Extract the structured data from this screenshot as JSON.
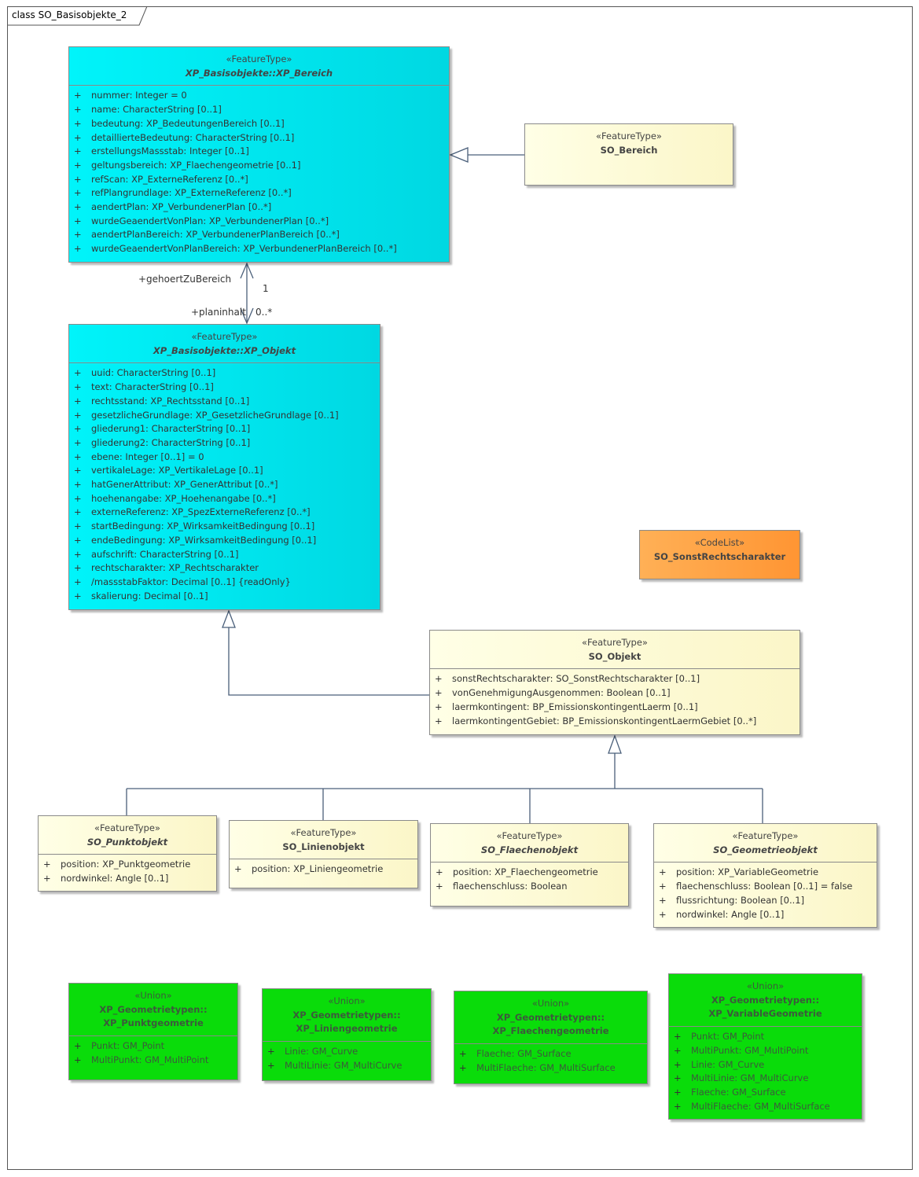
{
  "frame": {
    "title": "class SO_Basisobjekte_2"
  },
  "colors": {
    "featuretype_cyan": "#00e4ee",
    "featuretype_yellow": "#fffbd6",
    "codelist_orange": "#ffa040",
    "union_green": "#0adc0a",
    "line": "#4a5f7a"
  },
  "classes": {
    "xp_bereich": {
      "stereotype": "«FeatureType»",
      "name": "XP_Basisobjekte::XP_Bereich",
      "attributes": [
        "nummer: Integer = 0",
        "name: CharacterString [0..1]",
        "bedeutung: XP_BedeutungenBereich [0..1]",
        "detaillierteBedeutung: CharacterString [0..1]",
        "erstellungsMassstab: Integer [0..1]",
        "geltungsbereich: XP_Flaechengeometrie [0..1]",
        "refScan: XP_ExterneReferenz [0..*]",
        "refPlangrundlage: XP_ExterneReferenz [0..*]",
        "aendertPlan: XP_VerbundenerPlan [0..*]",
        "wurdeGeaendertVonPlan: XP_VerbundenerPlan [0..*]",
        "aendertPlanBereich: XP_VerbundenerPlanBereich [0..*]",
        "wurdeGeaendertVonPlanBereich: XP_VerbundenerPlanBereich [0..*]"
      ]
    },
    "so_bereich": {
      "stereotype": "«FeatureType»",
      "name": "SO_Bereich"
    },
    "xp_objekt": {
      "stereotype": "«FeatureType»",
      "name": "XP_Basisobjekte::XP_Objekt",
      "attributes": [
        "uuid: CharacterString [0..1]",
        "text: CharacterString [0..1]",
        "rechtsstand: XP_Rechtsstand [0..1]",
        "gesetzlicheGrundlage: XP_GesetzlicheGrundlage [0..1]",
        "gliederung1: CharacterString [0..1]",
        "gliederung2: CharacterString [0..1]",
        "ebene: Integer [0..1] = 0",
        "vertikaleLage: XP_VertikaleLage [0..1]",
        "hatGenerAttribut: XP_GenerAttribut [0..*]",
        "hoehenangabe: XP_Hoehenangabe [0..*]",
        "externeReferenz: XP_SpezExterneReferenz [0..*]",
        "startBedingung: XP_WirksamkeitBedingung [0..1]",
        "endeBedingung: XP_WirksamkeitBedingung [0..1]",
        "aufschrift: CharacterString [0..1]",
        "rechtscharakter: XP_Rechtscharakter",
        "/massstabFaktor: Decimal [0..1] {readOnly}",
        "skalierung: Decimal [0..1]"
      ]
    },
    "so_sonstrechtscharakter": {
      "stereotype": "«CodeList»",
      "name": "SO_SonstRechtscharakter"
    },
    "so_objekt": {
      "stereotype": "«FeatureType»",
      "name": "SO_Objekt",
      "attributes": [
        "sonstRechtscharakter: SO_SonstRechtscharakter [0..1]",
        "vonGenehmigungAusgenommen: Boolean [0..1]",
        "laermkontingent: BP_EmissionskontingentLaerm [0..1]",
        "laermkontingentGebiet: BP_EmissionskontingentLaermGebiet [0..*]"
      ]
    },
    "so_punktobjekt": {
      "stereotype": "«FeatureType»",
      "name": "SO_Punktobjekt",
      "attributes": [
        "position: XP_Punktgeometrie",
        "nordwinkel: Angle [0..1]"
      ]
    },
    "so_linienobjekt": {
      "stereotype": "«FeatureType»",
      "name": "SO_Linienobjekt",
      "attributes": [
        "position: XP_Liniengeometrie"
      ]
    },
    "so_flaechenobjekt": {
      "stereotype": "«FeatureType»",
      "name": "SO_Flaechenobjekt",
      "attributes": [
        "position: XP_Flaechengeometrie",
        "flaechenschluss: Boolean"
      ]
    },
    "so_geometrieobjekt": {
      "stereotype": "«FeatureType»",
      "name": "SO_Geometrieobjekt",
      "attributes": [
        "position: XP_VariableGeometrie",
        "flaechenschluss: Boolean [0..1] = false",
        "flussrichtung: Boolean [0..1]",
        "nordwinkel: Angle [0..1]"
      ]
    },
    "xp_punktgeometrie": {
      "stereotype": "«Union»",
      "name_line1": "XP_Geometrietypen::",
      "name_line2": "XP_Punktgeometrie",
      "attributes": [
        "Punkt: GM_Point",
        "MultiPunkt: GM_MultiPoint"
      ]
    },
    "xp_liniengeometrie": {
      "stereotype": "«Union»",
      "name_line1": "XP_Geometrietypen::",
      "name_line2": "XP_Liniengeometrie",
      "attributes": [
        "Linie: GM_Curve",
        "MultiLinie: GM_MultiCurve"
      ]
    },
    "xp_flaechengeometrie": {
      "stereotype": "«Union»",
      "name_line1": "XP_Geometrietypen::",
      "name_line2": "XP_Flaechengeometrie",
      "attributes": [
        "Flaeche: GM_Surface",
        "MultiFlaeche: GM_MultiSurface"
      ]
    },
    "xp_variablegeometrie": {
      "stereotype": "«Union»",
      "name_line1": "XP_Geometrietypen::",
      "name_line2": "XP_VariableGeometrie",
      "attributes": [
        "Punkt: GM_Point",
        "MultiPunkt: GM_MultiPoint",
        "Linie: GM_Curve",
        "MultiLinie: GM_MultiCurve",
        "Flaeche: GM_Surface",
        "MultiFlaeche: GM_MultiSurface"
      ]
    }
  },
  "association": {
    "role_bereich": "+gehoertZuBereich",
    "mult_bereich": "1",
    "role_inhalt": "+planinhalt",
    "mult_inhalt": "0..*"
  },
  "visibility_symbol": "+"
}
